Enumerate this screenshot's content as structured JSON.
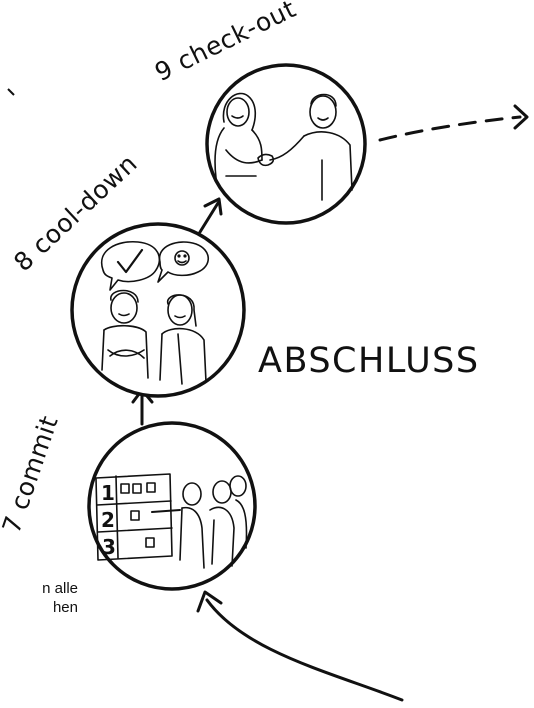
{
  "phase_title": "ABSCHLUSS",
  "steps": [
    {
      "label": "7 commit",
      "illustration": "task-board-team"
    },
    {
      "label": "8 cool-down",
      "illustration": "reflection-speech-bubbles"
    },
    {
      "label": "9 check-out",
      "illustration": "handshake"
    }
  ],
  "cut_text": {
    "line1": "n alle",
    "line2": "hen"
  },
  "board": {
    "rows": [
      "1",
      "2",
      "3"
    ]
  }
}
